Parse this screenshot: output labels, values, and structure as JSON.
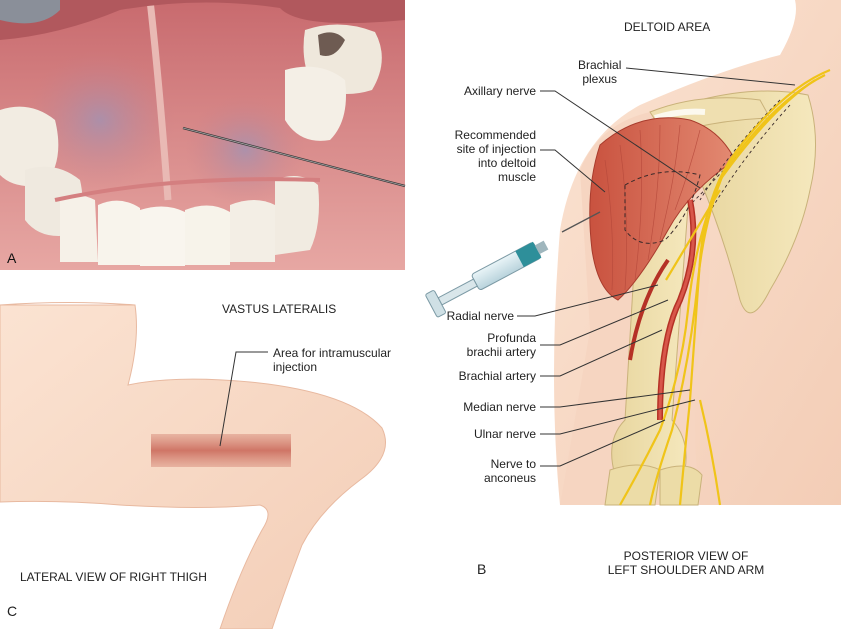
{
  "panel_a": {
    "letter": "A"
  },
  "panel_b": {
    "letter": "B",
    "title": "DELTOID AREA",
    "subtitle_line1": "POSTERIOR VIEW OF",
    "subtitle_line2": "LEFT SHOULDER AND ARM",
    "labels": {
      "brachial_plexus_1": "Brachial",
      "brachial_plexus_2": "plexus",
      "axillary_nerve": "Axillary nerve",
      "recommended_1": "Recommended",
      "recommended_2": "site of injection",
      "recommended_3": "into deltoid",
      "recommended_4": "muscle",
      "radial_nerve": "Radial nerve",
      "profunda_1": "Profunda",
      "profunda_2": "brachii artery",
      "brachial_artery": "Brachial artery",
      "median_nerve": "Median nerve",
      "ulnar_nerve": "Ulnar nerve",
      "anconeus_1": "Nerve to",
      "anconeus_2": "anconeus"
    }
  },
  "panel_c": {
    "letter": "C",
    "title": "VASTUS LATERALIS",
    "area_label_1": "Area for intramuscular",
    "area_label_2": "injection",
    "caption": "LATERAL VIEW OF RIGHT THIGH"
  }
}
